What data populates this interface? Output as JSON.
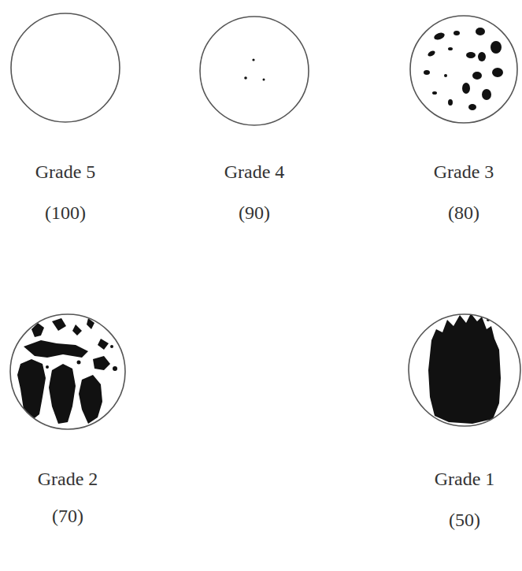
{
  "diagram": {
    "nodes": [
      {
        "text": [
          "Grade 5",
          "(100)"
        ]
      },
      {
        "text": [
          "Grade 4",
          "(90)"
        ]
      },
      {
        "text": [
          "Grade 3",
          "(80)"
        ]
      },
      {
        "text": [
          "Grade 2",
          "(70)"
        ]
      },
      {
        "text": [
          "Grade 1",
          "(50)"
        ]
      }
    ]
  }
}
